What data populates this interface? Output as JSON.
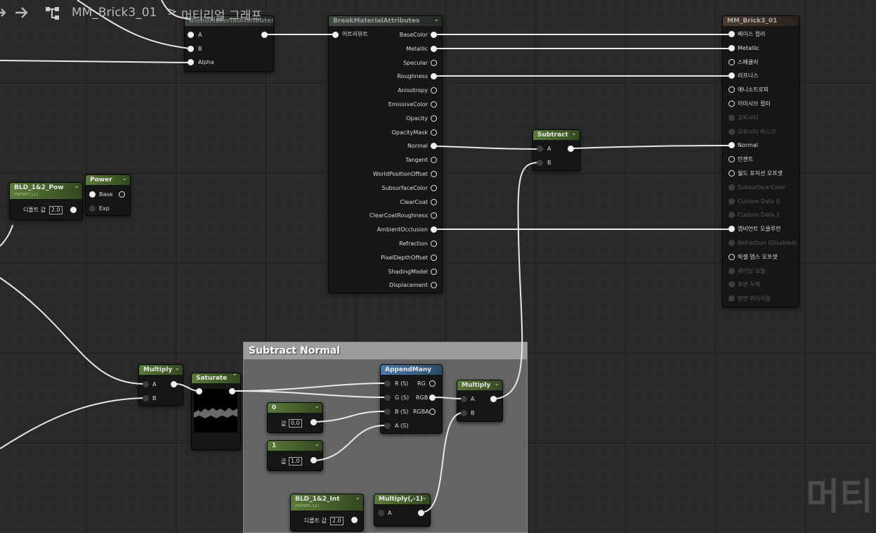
{
  "toolbar": {
    "asset_name": "MM_Brick3_01",
    "separator": ">",
    "graph_name": "머티리얼 그래프"
  },
  "icons": {
    "nav": "arrow-right-icon",
    "graph": "graph-icon"
  },
  "colors": {
    "wire": "#e8e8e8",
    "pin": "#f0f0f0",
    "grid": "#2a2a2a",
    "green_header": "#5a7a3a",
    "blue_header": "#4c7ba8"
  },
  "nodes": {
    "blend": {
      "title": "BlendMaterialAttributes",
      "pins": [
        "A",
        "B",
        "Alpha"
      ]
    },
    "break": {
      "title": "BreakMaterialAttributes",
      "input": "어트리뷰트",
      "outputs": [
        "BaseColor",
        "Metallic",
        "Specular",
        "Roughness",
        "Anisotropy",
        "EmissiveColor",
        "Opacity",
        "OpacityMask",
        "Normal",
        "Tangent",
        "WorldPositionOffset",
        "SubsurfaceColor",
        "ClearCoat",
        "ClearCoatRoughness",
        "AmbientOcclusion",
        "Refraction",
        "PixelDepthOffset",
        "ShadingModel",
        "Displacement"
      ]
    },
    "result": {
      "title": "MM_Brick3_01",
      "inputs": [
        "베이스 컬러",
        "Metallic",
        "스페큘러",
        "러프니스",
        "애니소트로피",
        "이미시브 컬러",
        "오파시티",
        "오파시티 마스크",
        "Normal",
        "탄젠트",
        "월드 포지션 오프셋",
        "Subsurface Color",
        "Custom Data 0",
        "Custom Data 1",
        "앰비언트 오클루전",
        "Refraction (Disabled)",
        "픽셀 뎁스 오프셋",
        "셰이딩 모델",
        "표면 두께",
        "평면 머티리얼"
      ]
    },
    "subtract": {
      "title": "Subtract",
      "pins": [
        "A",
        "B"
      ]
    },
    "param_pow": {
      "title": "BLD_1&2_Pow",
      "subtitle": "Param (2)",
      "label": "디폴트 값",
      "value": "2.0"
    },
    "power": {
      "title": "Power",
      "pins": [
        "Base",
        "Exp"
      ]
    },
    "multiply_left": {
      "title": "Multiply",
      "pins": [
        "A",
        "B"
      ]
    },
    "saturate": {
      "title": "Saturate"
    },
    "comment": {
      "title": "Subtract Normal"
    },
    "append": {
      "title": "AppendMany",
      "inputs": [
        "R (S)",
        "G (S)",
        "B (S)",
        "A (S)"
      ],
      "outputs": [
        "RG",
        "RGB",
        "RGBA"
      ]
    },
    "const0": {
      "title": "0",
      "label": "값",
      "value": "0.0"
    },
    "const1": {
      "title": "1",
      "label": "값",
      "value": "1.0"
    },
    "multiply_right": {
      "title": "Multiply",
      "pins": [
        "A",
        "B"
      ]
    },
    "param_int": {
      "title": "BLD_1&2_Int",
      "subtitle": "Param (2)",
      "label": "디폴트 값",
      "value": "2.0"
    },
    "multiply_neg": {
      "title": "Multiply(,-1)",
      "pins": [
        "A"
      ]
    }
  },
  "watermark": "머티"
}
